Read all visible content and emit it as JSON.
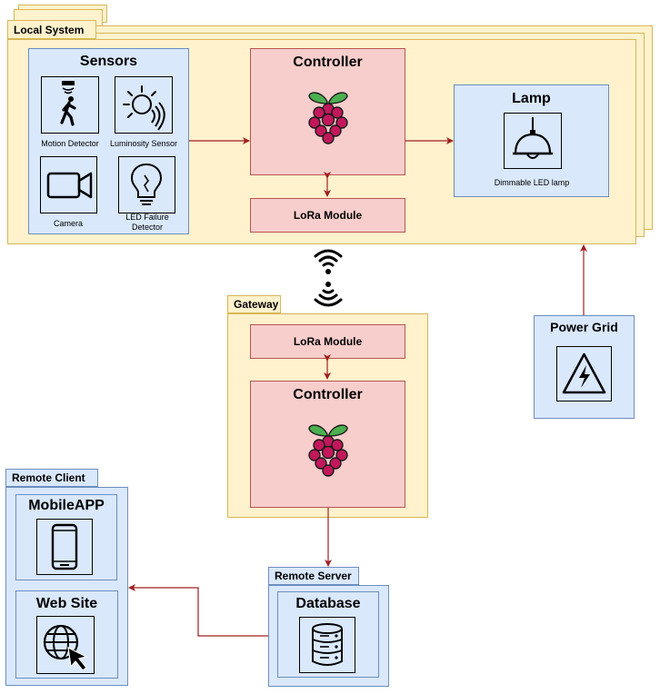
{
  "local_system": {
    "tab": "Local System",
    "sensors": {
      "title": "Sensors",
      "motion": "Motion Detector",
      "luminosity": "Luminosity Sensor",
      "camera": "Camera",
      "led_failure": "LED Failure Detector"
    },
    "controller": {
      "title": "Controller"
    },
    "lora": "LoRa Module",
    "lamp": {
      "title": "Lamp",
      "caption": "Dimmable LED lamp"
    }
  },
  "gateway": {
    "tab": "Gateway",
    "lora": "LoRa Module",
    "controller": "Controller"
  },
  "power_grid": {
    "title": "Power Grid"
  },
  "remote_client": {
    "tab": "Remote Client",
    "mobile_app": "MobileAPP",
    "web_site": "Web Site"
  },
  "remote_server": {
    "tab": "Remote Server",
    "database": "Database"
  },
  "colors": {
    "arrow": "#a02020",
    "yellow_fill": "#fff2cc",
    "yellow_stroke": "#d6b656",
    "blue_fill": "#dae8fc",
    "blue_stroke": "#6c8ebf",
    "red_fill": "#f8cecc",
    "red_stroke": "#b85450"
  }
}
